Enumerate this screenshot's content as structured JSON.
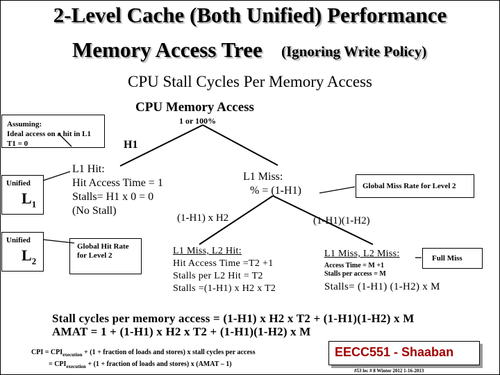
{
  "title": {
    "line1": "2-Level Cache (Both Unified) Performance",
    "line2_main": "Memory Access Tree",
    "line2_sub": "(Ignoring Write Policy)",
    "line3": "CPU  Stall Cycles Per Memory Access"
  },
  "tree": {
    "root": "CPU Memory  Access",
    "root_prob": "1 or 100%",
    "h1_label": "H1",
    "l1_hit": [
      "L1  Hit:",
      "Hit Access Time = 1",
      "Stalls= H1 x 0 = 0",
      "(No Stall)"
    ],
    "l1_miss": [
      "L1  Miss:",
      "%  =  (1-H1)"
    ],
    "branch_h2": "(1-H1) x H2",
    "branch_1h2": "(1-H1)(1-H2)",
    "l2_hit": [
      "L1 Miss, L2  Hit:",
      "Hit Access Time =T2 +1",
      "Stalls per L2 Hit = T2",
      "Stalls =(1-H1) x H2 x T2"
    ],
    "l2_miss_title": "L1 Miss, L2   Miss:",
    "l2_miss_small": [
      "Access Time = M +1",
      "Stalls per access = M"
    ],
    "l2_miss_stalls": "Stalls=  (1-H1) (1-H2) x M"
  },
  "callouts": {
    "assuming": [
      "Assuming:",
      "Ideal access on a hit in L1",
      "T1 = 0"
    ],
    "unified": "Unified",
    "level1": {
      "letter": "L",
      "sub": "1"
    },
    "level2": {
      "letter": "L",
      "sub": "2"
    },
    "global_miss_rate": "Global Miss Rate for Level 2",
    "global_hit_rate": [
      "Global Hit Rate",
      "for Level 2"
    ],
    "full_miss": "Full Miss"
  },
  "equations": {
    "stall": "Stall cycles per memory access  =   (1-H1) x H2 x T2   +   (1-H1)(1-H2) x M",
    "amat": "AMAT  =  1  + (1-H1) x H2 x T2   +   (1-H1)(1-H2) x M",
    "cpi1_pre": "CPI = CPI",
    "cpi1_sub": "execution",
    "cpi1_post": " +  (1 + fraction of loads and stores) x stall cycles per access",
    "cpi2_pre": "= CPI",
    "cpi2_sub": "execution",
    "cpi2_post": " +  (1 + fraction of loads and stores) x (AMAT – 1)"
  },
  "footer": {
    "course": "EECC551 - Shaaban",
    "slide": "#53   lec # 8   Winter 2012  1-16-2013"
  },
  "colors": {
    "course_text": "#a00000",
    "shadow": "#9b9b9b"
  }
}
